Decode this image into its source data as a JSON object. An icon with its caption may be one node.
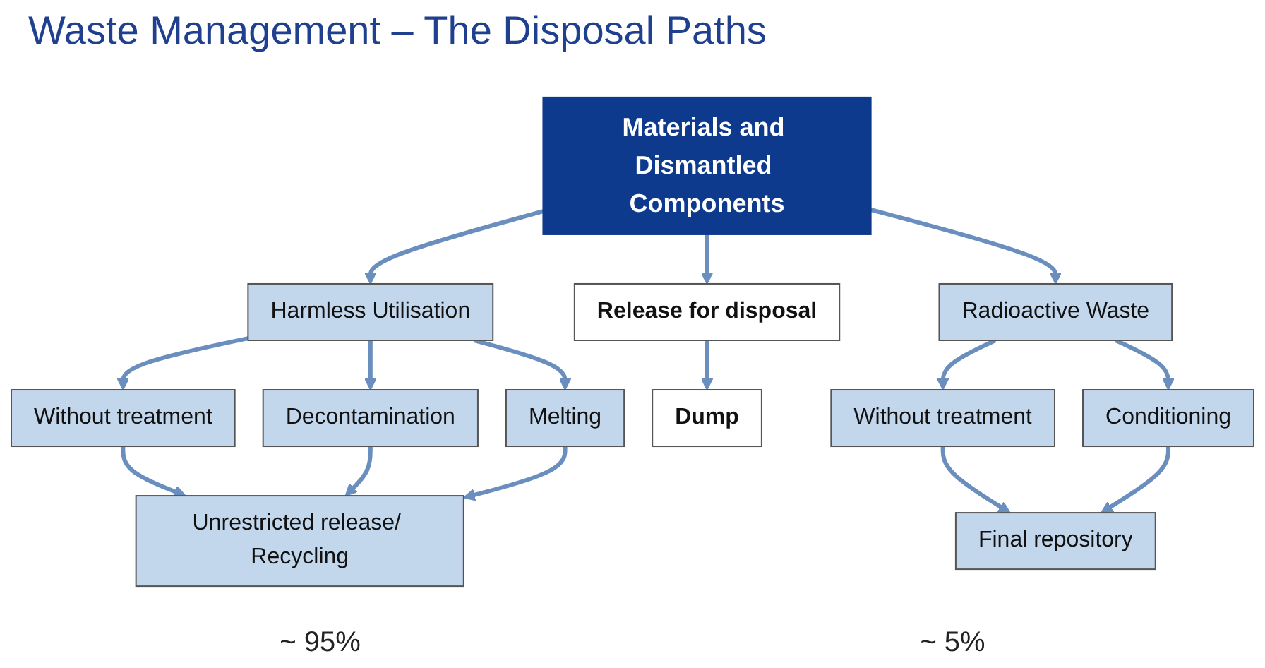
{
  "diagram": {
    "title": "Waste Management – The Disposal Paths",
    "nodes": [
      {
        "text": [
          "Materials and Dismantled Components"
        ]
      },
      {
        "text": [
          "Harmless Utilisation"
        ]
      },
      {
        "text": [
          "Release for disposal"
        ]
      },
      {
        "text": [
          "Radioactive Waste"
        ]
      },
      {
        "text": [
          "Without treatment"
        ]
      },
      {
        "text": [
          "Melting"
        ]
      },
      {
        "text": [
          "Decontamination"
        ]
      },
      {
        "text": [
          "Unrestricted release/ Recycling"
        ]
      },
      {
        "text": [
          "Dump"
        ]
      },
      {
        "text": [
          "Without treatment"
        ]
      },
      {
        "text": [
          "Conditioning"
        ]
      },
      {
        "text": [
          "Final repository"
        ]
      }
    ],
    "edges": [
      {
        "from": 0,
        "to": 1,
        "arrow": "to"
      },
      {
        "from": 0,
        "to": 2,
        "arrow": "to"
      },
      {
        "from": 0,
        "to": 3,
        "arrow": "to"
      },
      {
        "from": 1,
        "to": 4,
        "arrow": "to"
      },
      {
        "from": 1,
        "to": 6,
        "arrow": "to"
      },
      {
        "from": 1,
        "to": 5,
        "arrow": "to"
      },
      {
        "from": 4,
        "to": 7,
        "arrow": "to"
      },
      {
        "from": 6,
        "to": 7,
        "arrow": "to"
      },
      {
        "from": 5,
        "to": 7,
        "arrow": "to"
      },
      {
        "from": 2,
        "to": 8,
        "arrow": "to"
      },
      {
        "from": 3,
        "to": 9,
        "arrow": "to"
      },
      {
        "from": 3,
        "to": 10,
        "arrow": "to"
      },
      {
        "from": 9,
        "to": 11,
        "arrow": "to"
      },
      {
        "from": 10,
        "to": 11,
        "arrow": "to"
      }
    ],
    "labels": [
      "~ 95%",
      "~ 5%"
    ]
  }
}
